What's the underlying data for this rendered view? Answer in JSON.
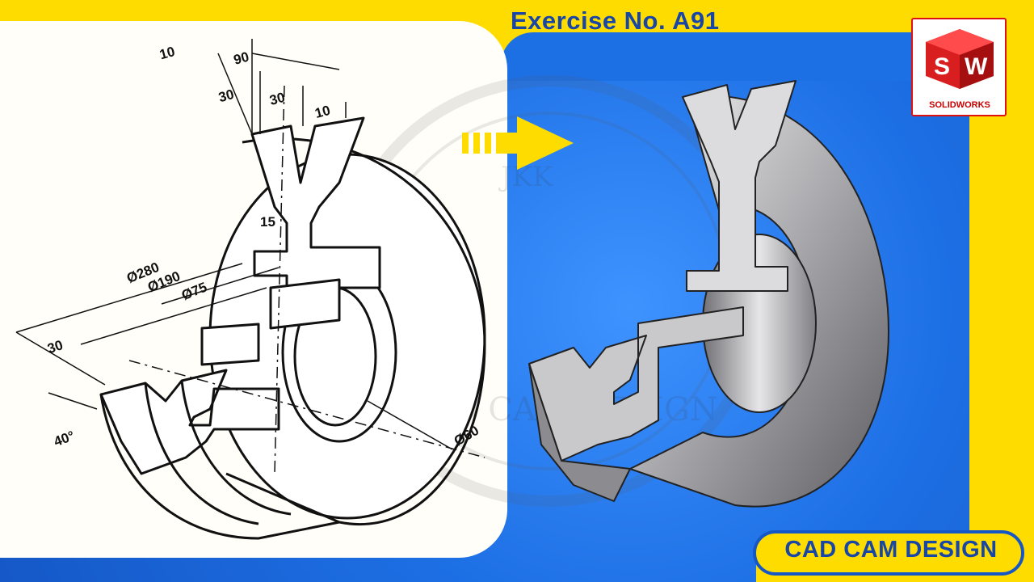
{
  "title": "Exercise No. A91",
  "brand_banner": "CAD CAM DESIGN",
  "logo": {
    "letters": [
      "S",
      "W"
    ],
    "brand": "SOLIDWORKS"
  },
  "watermark_text": [
    "JKK",
    "CAD CAM DESIGN"
  ],
  "dimensions": [
    "10",
    "90",
    "30",
    "30",
    "10",
    "15",
    "Ø280",
    "Ø190",
    "Ø75",
    "30",
    "40°",
    "Ø60"
  ],
  "colors": {
    "accent_yellow": "#ffdc00",
    "background_blue": "#1d6fe4",
    "title_blue": "#1846a6",
    "logo_red": "#d11111"
  },
  "icons": [
    "arrow-right-icon",
    "solidworks-logo"
  ]
}
